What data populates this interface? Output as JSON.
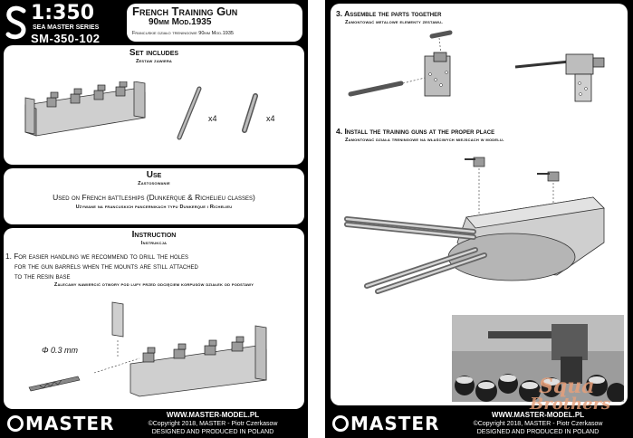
{
  "header": {
    "scale": "1:350",
    "series": "SEA MASTER SERIES",
    "code": "SM-350-102",
    "title": "French Training Gun",
    "subtitle": "90mm Mod.1935",
    "subtitle_pl": "Francuskie działo treningowe 90mm Mod.1935"
  },
  "set_includes": {
    "title": "Set includes",
    "title_pl": "Zestaw zawiera",
    "qty_barrel": "x4",
    "qty_part": "x4"
  },
  "use": {
    "title": "Use",
    "title_pl": "Zastosowanie",
    "text": "Used on French battleships (Dunkerque & Richelieu classes)",
    "text_pl": "Używane na francuskich pancernikach typu Dunkerque i Richelieu"
  },
  "instruction": {
    "title": "Instruction",
    "title_pl": "Instrukcja",
    "step1_line1": "1. For easier handling we recommend to drill the holes",
    "step1_line2": "for the gun barrels when the mounts are still attached",
    "step1_line3": "to the resin base",
    "step1_pl": "Zalecamy nawiercić otwory pod lufy przed odcięciem korpusów działek od podstawy",
    "drill_label": "Φ 0.3 mm"
  },
  "right": {
    "step3": "3. Assemble the parts together",
    "step3_pl": "Zamontować metalowe elementy zestawu.",
    "step4": "4. Install the training guns at the proper place",
    "step4_pl": "Zamontować działa treningowe na właściwych miejscach w modelu."
  },
  "footer": {
    "url": "WWW.MASTER-MODEL.PL",
    "copyright": "©Copyright 2018, MASTER - Piotr Czerkasow",
    "designed": "DESIGNED AND PRODUCED IN POLAND",
    "logo": "MASTER"
  },
  "watermark": {
    "line1": "Squa",
    "line2": "Brothers"
  }
}
